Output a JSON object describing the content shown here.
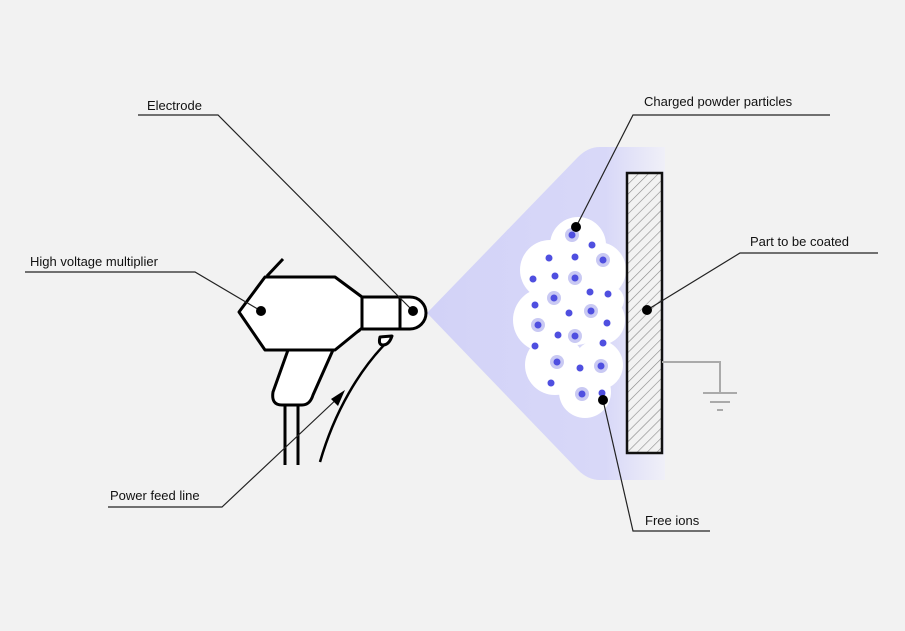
{
  "labels": {
    "electrode": "Electrode",
    "charged_powder": "Charged powder particles",
    "part": "Part to be coated",
    "multiplier": "High voltage multiplier",
    "power_feed": "Power feed line",
    "free_ions": "Free ions"
  },
  "colors": {
    "background": "#f2f2f2",
    "spray": "#d4d4f7",
    "particle": "#4f4fe0",
    "halo": "#c9c9f3",
    "ground": "#aaaaaa"
  }
}
